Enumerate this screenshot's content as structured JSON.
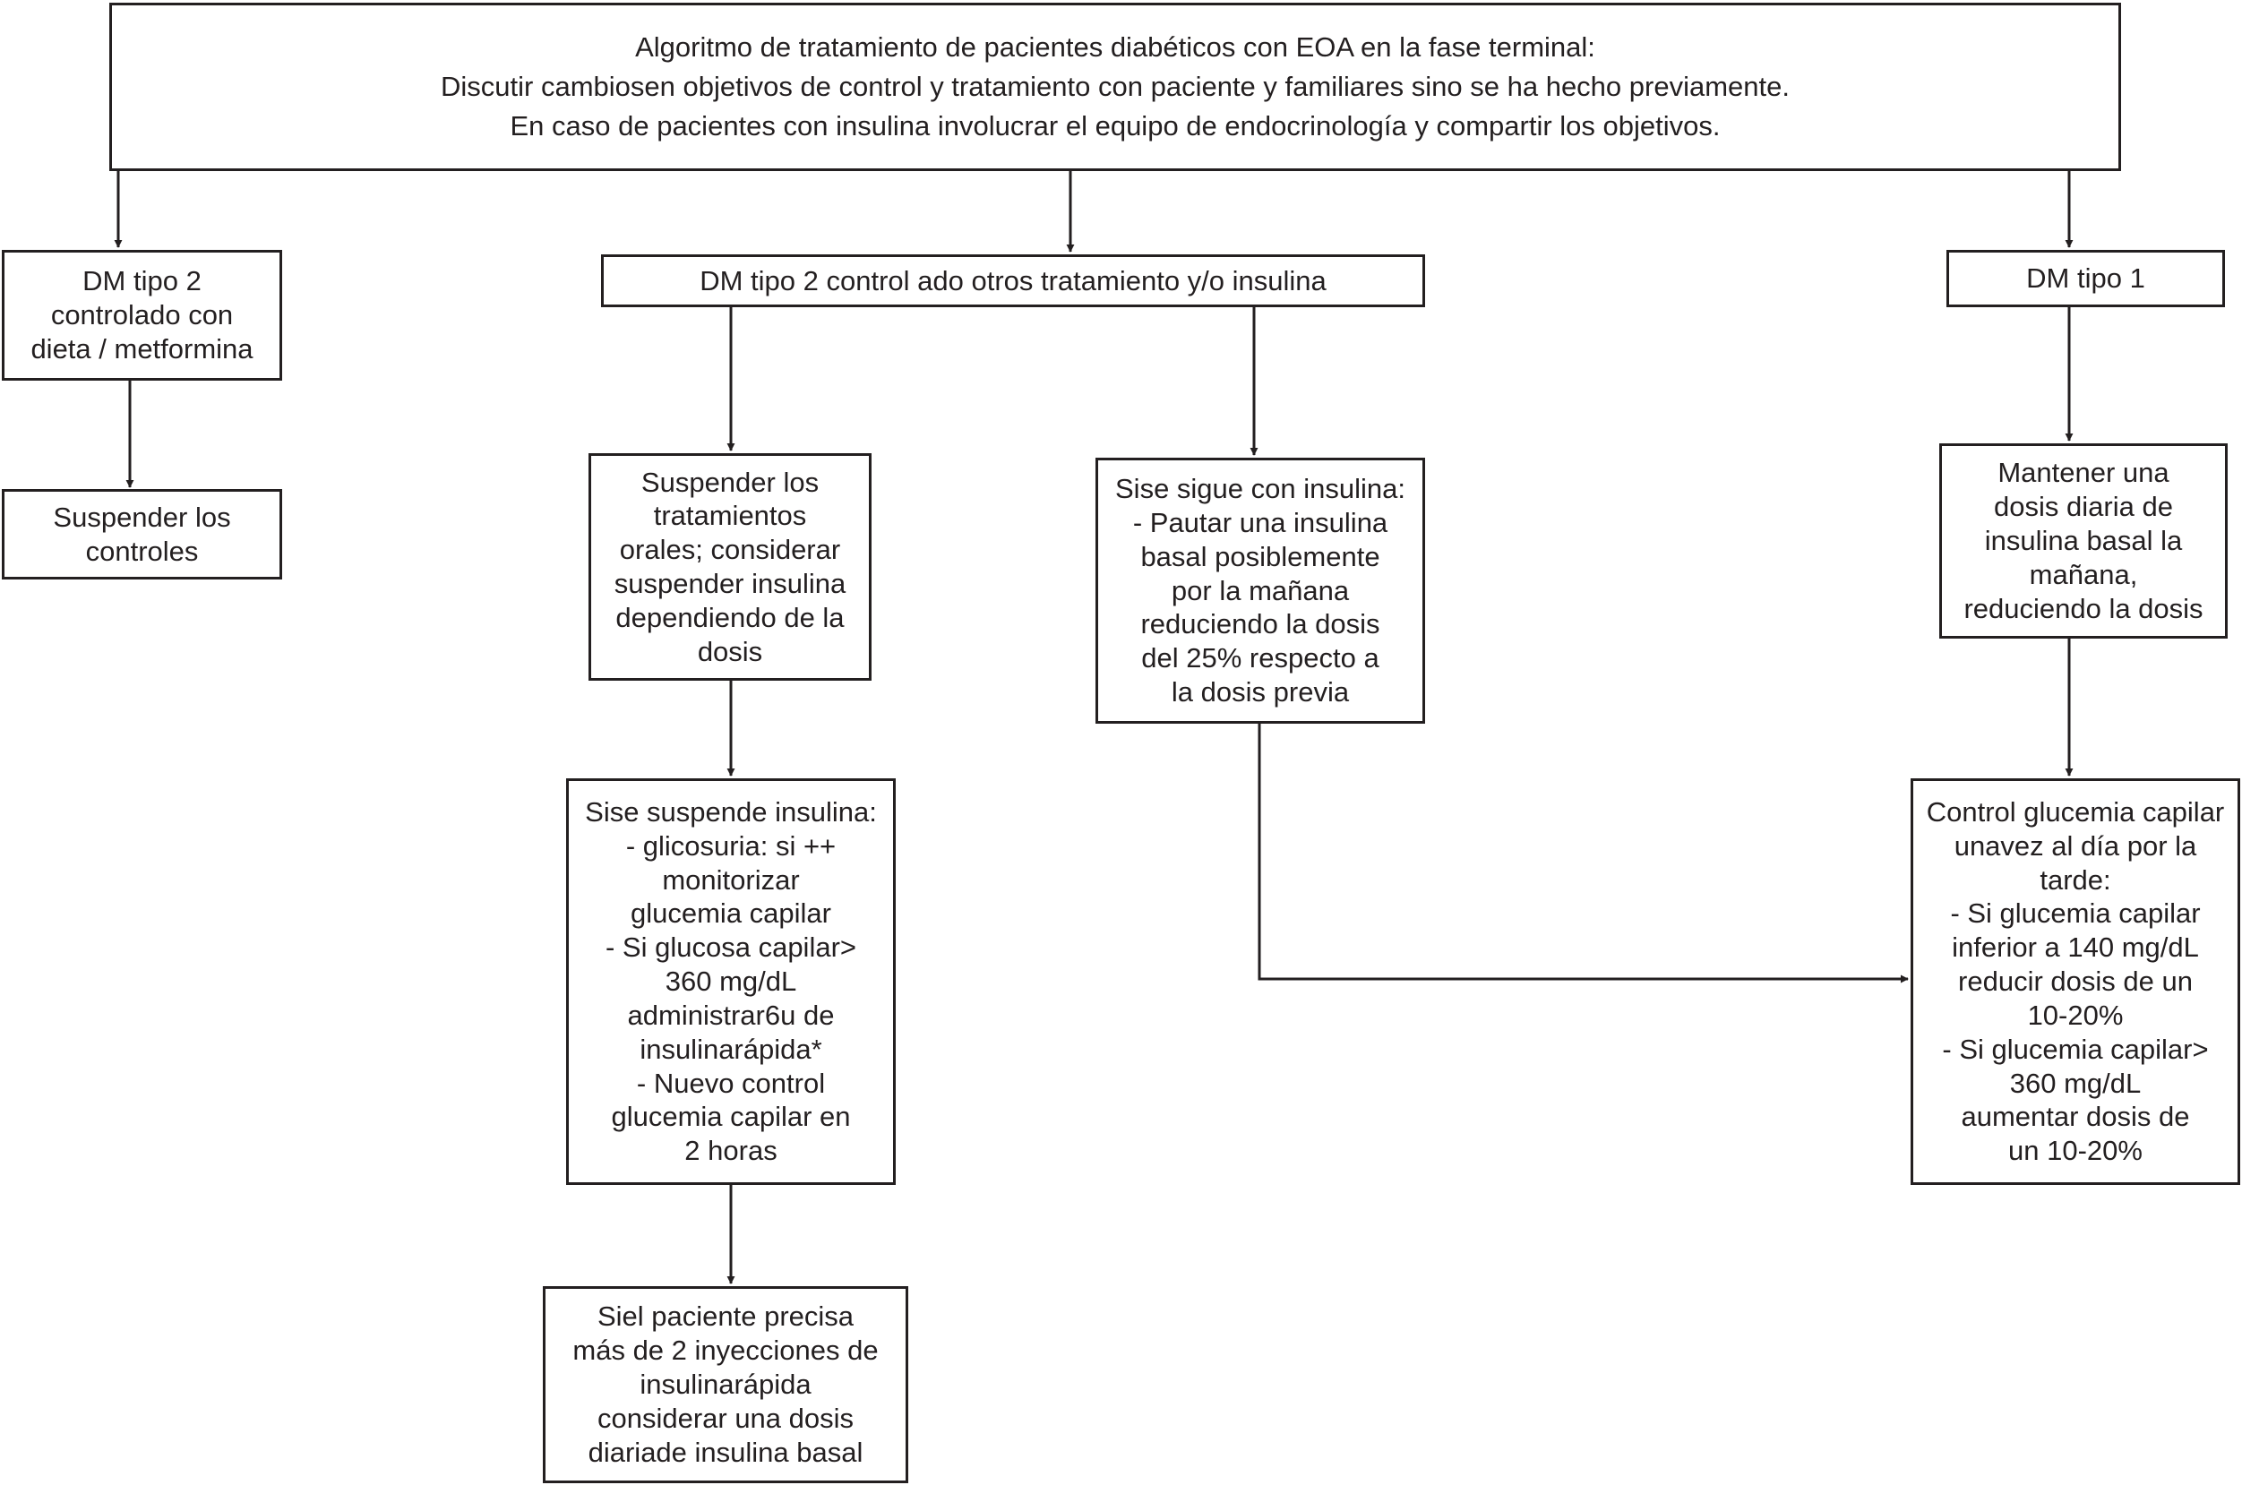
{
  "nodes": {
    "header": {
      "lines": [
        "Algoritmo de tratamiento de pacientes diabéticos con EOA en la fase terminal:",
        "Discutir cambiosen objetivos de control y tratamiento con paciente y familiares sino se ha hecho previamente.",
        "En caso de pacientes con insulina involucrar el equipo de endocrinología y compartir los objetivos."
      ]
    },
    "dm2_diet": {
      "lines": [
        "DM tipo 2",
        "controlado con",
        "dieta / metformina"
      ]
    },
    "stop_controls": {
      "lines": [
        "Suspender los",
        "controles"
      ]
    },
    "dm2_other": {
      "lines": [
        "DM tipo 2 control ado otros tratamiento y/o insulina"
      ]
    },
    "dm1": {
      "lines": [
        "DM tipo 1"
      ]
    },
    "stop_oral": {
      "lines": [
        "Suspender los",
        "tratamientos",
        "orales; considerar",
        "suspender insulina",
        "dependiendo de la",
        "dosis"
      ]
    },
    "continue_insulin": {
      "lines": [
        "Sise sigue con insulina:",
        "-    Pautar una insulina",
        "basal posiblemente",
        "por la mañana",
        "reduciendo la dosis",
        "del 25% respecto a",
        "la dosis previa"
      ]
    },
    "keep_basal": {
      "lines": [
        "Mantener una",
        "dosis diaria de",
        "insulina basal la",
        "mañana,",
        "reduciendo la dosis"
      ]
    },
    "stop_insulin": {
      "lines": [
        "Sise suspende insulina:",
        "-    glicosuria: si ++",
        "monitorizar",
        "glucemia capilar",
        "-    Si glucosa capilar>",
        "360 mg/dL",
        "administrar6u de",
        "insulinarápida*",
        "-    Nuevo control",
        "glucemia capilar en",
        "2 horas"
      ]
    },
    "glucose_control": {
      "lines": [
        "Control glucemia capilar",
        "unavez al día por la",
        "tarde:",
        "-    Si glucemia capilar",
        "inferior a 140 mg/dL",
        "reducir dosis de un",
        "10-20%",
        "-    Si glucemia capilar>",
        "360 mg/dL",
        "aumentar dosis de",
        "un 10-20%"
      ]
    },
    "multi_injections": {
      "lines": [
        "Siel paciente precisa",
        "más de 2 inyecciones de",
        "insulinarápida",
        "considerar una dosis",
        "diariade insulina basal"
      ]
    }
  },
  "colors": {
    "stroke": "#231f20",
    "background": "#ffffff"
  }
}
